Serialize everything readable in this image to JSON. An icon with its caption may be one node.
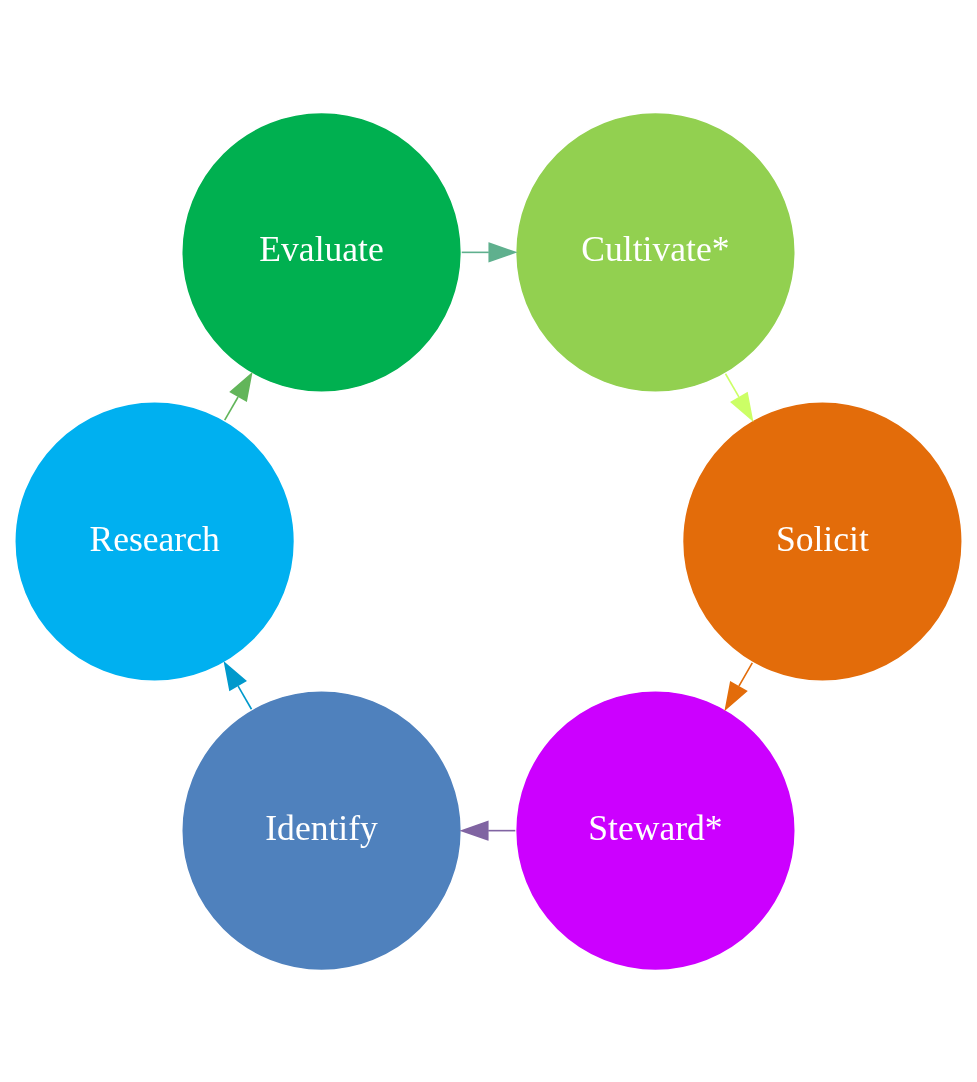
{
  "diagram": {
    "nodes": [
      {
        "text": [
          "Identify"
        ]
      },
      {
        "text": [
          "Research"
        ]
      },
      {
        "text": [
          "Evaluate"
        ]
      },
      {
        "text": [
          "Cultivate*"
        ]
      },
      {
        "text": [
          "Solicit"
        ]
      },
      {
        "text": [
          "Steward*"
        ]
      }
    ],
    "edges": [
      {
        "from": 0,
        "to": 1,
        "arrow": "to",
        "color": "#0099cc"
      },
      {
        "from": 1,
        "to": 2,
        "arrow": "to",
        "color": "#62b55a"
      },
      {
        "from": 2,
        "to": 3,
        "arrow": "to",
        "color": "#5fb08e"
      },
      {
        "from": 3,
        "to": 4,
        "arrow": "to",
        "color": "#ccff66"
      },
      {
        "from": 4,
        "to": 5,
        "arrow": "to",
        "color": "#e36c0a"
      },
      {
        "from": 5,
        "to": 0,
        "arrow": "to",
        "color": "#8064a2"
      }
    ]
  }
}
